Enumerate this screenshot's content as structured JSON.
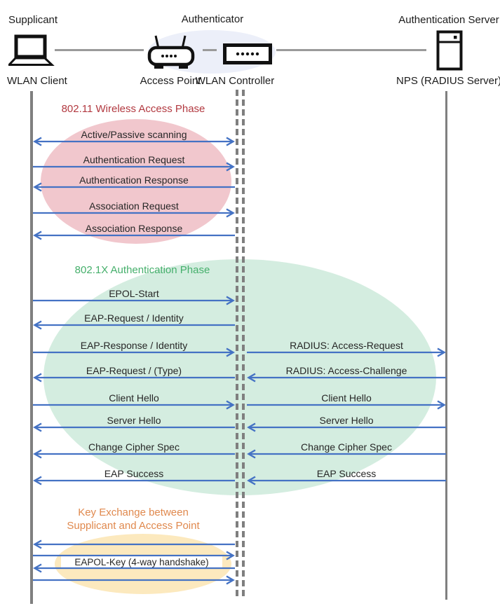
{
  "header": {
    "supplicant": "Supplicant",
    "authenticator": "Authenticator",
    "auth_server": "Authentication Server"
  },
  "devices": {
    "wlan_client": "WLAN Client",
    "access_point": "Access Point",
    "wlan_controller": "WLAN Controller",
    "nps": "NPS (RADIUS Server)"
  },
  "colors": {
    "arrow": "#4472C4",
    "lifeline": "#7F7F7F",
    "phase1_title": "#B23940",
    "phase1_fill": "#F1C7CD",
    "phase2_title": "#45AF6B",
    "phase2_fill": "#D4EDE0",
    "phase3_title": "#E0894E",
    "phase3_fill": "#FCE9BE",
    "authenticator_fill": "#ECEFF9"
  },
  "phases": [
    {
      "title": "802.11 Wireless Access Phase",
      "messages": [
        {
          "label": "Active/Passive scanning",
          "dir": "both"
        },
        {
          "label": "Authentication Request",
          "dir": "right"
        },
        {
          "label": "Authentication Response",
          "dir": "left"
        },
        {
          "label": "Association Request",
          "dir": "right"
        },
        {
          "label": "Association Response",
          "dir": "left"
        }
      ]
    },
    {
      "title": "802.1X Authentication Phase",
      "rows": [
        {
          "left": {
            "label": "EPOL-Start",
            "dir": "right"
          },
          "right": null
        },
        {
          "left": {
            "label": "EAP-Request / Identity",
            "dir": "left"
          },
          "right": null
        },
        {
          "left": {
            "label": "EAP-Response / Identity",
            "dir": "right"
          },
          "right": {
            "label": "RADIUS: Access-Request",
            "dir": "right"
          }
        },
        {
          "left": {
            "label": "EAP-Request / (Type)",
            "dir": "left"
          },
          "right": {
            "label": "RADIUS: Access-Challenge",
            "dir": "left"
          }
        },
        {
          "left": {
            "label": "Client Hello",
            "dir": "right"
          },
          "right": {
            "label": "Client Hello",
            "dir": "right"
          }
        },
        {
          "left": {
            "label": "Server Hello",
            "dir": "left"
          },
          "right": {
            "label": "Server Hello",
            "dir": "left"
          }
        },
        {
          "left": {
            "label": "Change Cipher Spec",
            "dir": "left"
          },
          "right": {
            "label": "Change Cipher Spec",
            "dir": "left"
          }
        },
        {
          "left": {
            "label": "EAP Success",
            "dir": "left"
          },
          "right": {
            "label": "EAP Success",
            "dir": "left"
          }
        }
      ]
    },
    {
      "title": "Key Exchange between\nSupplicant and Access Point",
      "label": "EAPOL-Key (4-way handshake)",
      "arrows": [
        "left",
        "right",
        "left",
        "right"
      ]
    }
  ]
}
